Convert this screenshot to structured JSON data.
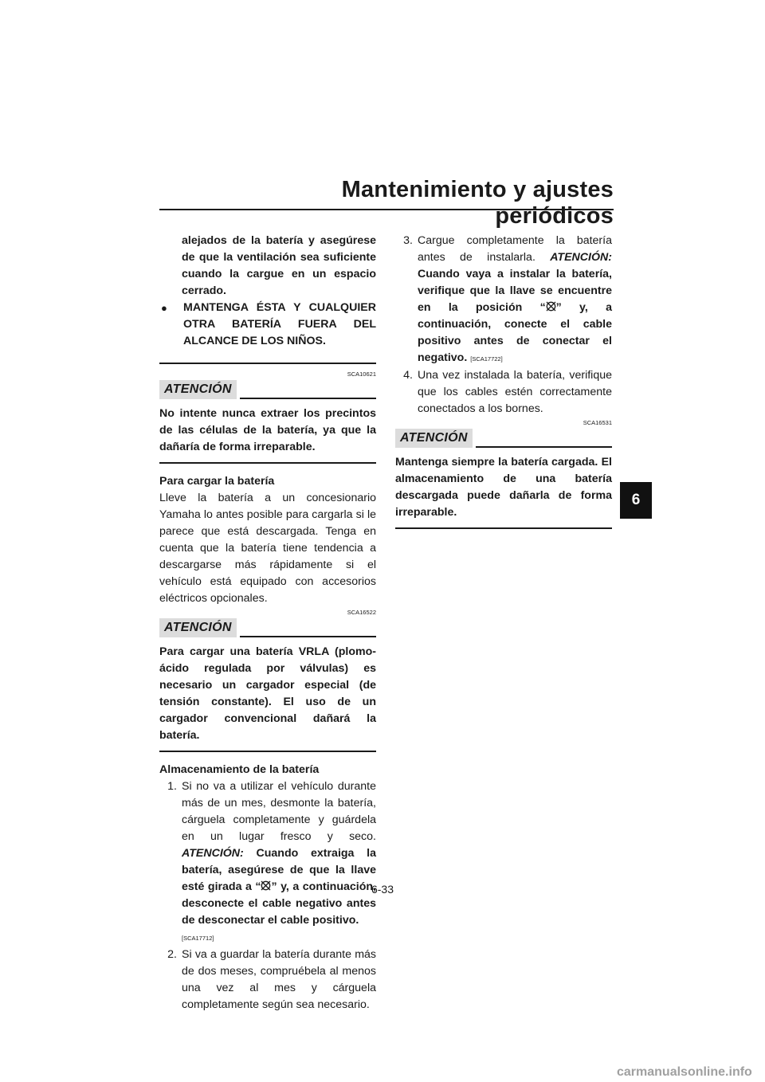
{
  "header": {
    "title": "Mantenimiento y ajustes periódicos"
  },
  "tab": {
    "label": "6"
  },
  "left": {
    "cont_text": "alejados de la batería y asegúrese de que la ventilación sea suficiente cuando la cargue en un espacio cerrado.",
    "bullet": "MANTENGA ÉSTA Y CUALQUIER OTRA BATERÍA FUERA DEL ALCANCE DE LOS NIÑOS.",
    "notice1": {
      "code": "SCA10621",
      "label": "ATENCIÓN",
      "text": "No intente nunca extraer los precintos de las células de la batería, ya que la dañaría de forma irreparable."
    },
    "charge_heading": "Para cargar la batería",
    "charge_text": "Lleve la batería a un concesionario Yamaha lo antes posible para cargarla si le parece que está descargada. Tenga en cuenta que la batería tiene tendencia a descargarse más rápidamente si el vehículo está equipado con accesorios eléctricos opcionales.",
    "notice2": {
      "code": "SCA16522",
      "label": "ATENCIÓN",
      "text": "Para cargar una batería VRLA (plomo-ácido regulada por válvulas) es necesario un cargador especial (de tensión constante). El uso de un cargador convencional dañará la batería."
    },
    "storage_heading": "Almacenamiento de la batería",
    "item1": {
      "n": "1.",
      "text": "Si no va a utilizar el vehículo durante más de un mes, desmonte la batería, cárguela completamente y guárdela en un lugar fresco y seco.",
      "atn": "ATENCIÓN:",
      "bold_a": "Cuando extraiga la batería, asegúrese de que la llave esté girada a “",
      "bold_b": "” y, a continuación, desconecte el cable negativo antes de desconectar el cable positivo.",
      "code": "[SCA17712]"
    },
    "item2": {
      "n": "2.",
      "text": "Si va a guardar la batería durante más de dos meses, compruébela al menos una vez al mes y cárguela completamente según sea necesario."
    }
  },
  "right": {
    "item3": {
      "n": "3.",
      "text": "Cargue completamente la batería antes de instalarla.",
      "atn": "ATENCIÓN:",
      "bold_a": "Cuando vaya a instalar la batería, verifique que la llave se encuentre en la posición “",
      "bold_b": "” y, a continuación, conecte el cable positivo antes de conectar el negativo.",
      "code": "[SCA17722]"
    },
    "item4": {
      "n": "4.",
      "text": "Una vez instalada la batería, verifique que los cables estén correctamente conectados a los bornes."
    },
    "notice3": {
      "code": "SCA16531",
      "label": "ATENCIÓN",
      "text": "Mantenga siempre la batería cargada. El almacenamiento de una batería descargada puede dañarla de forma irreparable."
    }
  },
  "footer": {
    "page": "6-33"
  },
  "watermark": "carmanualsonline.info"
}
